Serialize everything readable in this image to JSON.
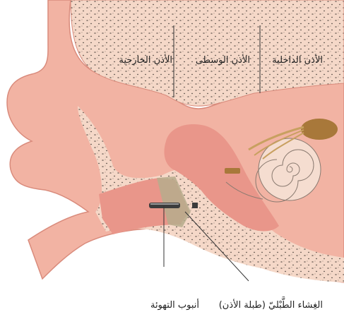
{
  "labels": {
    "inner_ear": "الأذن الداخلية",
    "middle_ear": "الأذن الوسطى",
    "outer_ear": "الأذن الخارجية",
    "eustachian_tube": "أنبوب التهوئة",
    "eardrum": "الغِشاء الطَّبْليّ (طبلة الأذن)"
  },
  "colors": {
    "skin": "#f2b3a3",
    "skin_edge": "#d98b7c",
    "bone": "#f5d8c8",
    "bone_dots": "#7a6a62",
    "canal": "#e9968a",
    "eardrum": "#b6ad8c",
    "nerve": "#a8783a",
    "line": "#333333"
  }
}
